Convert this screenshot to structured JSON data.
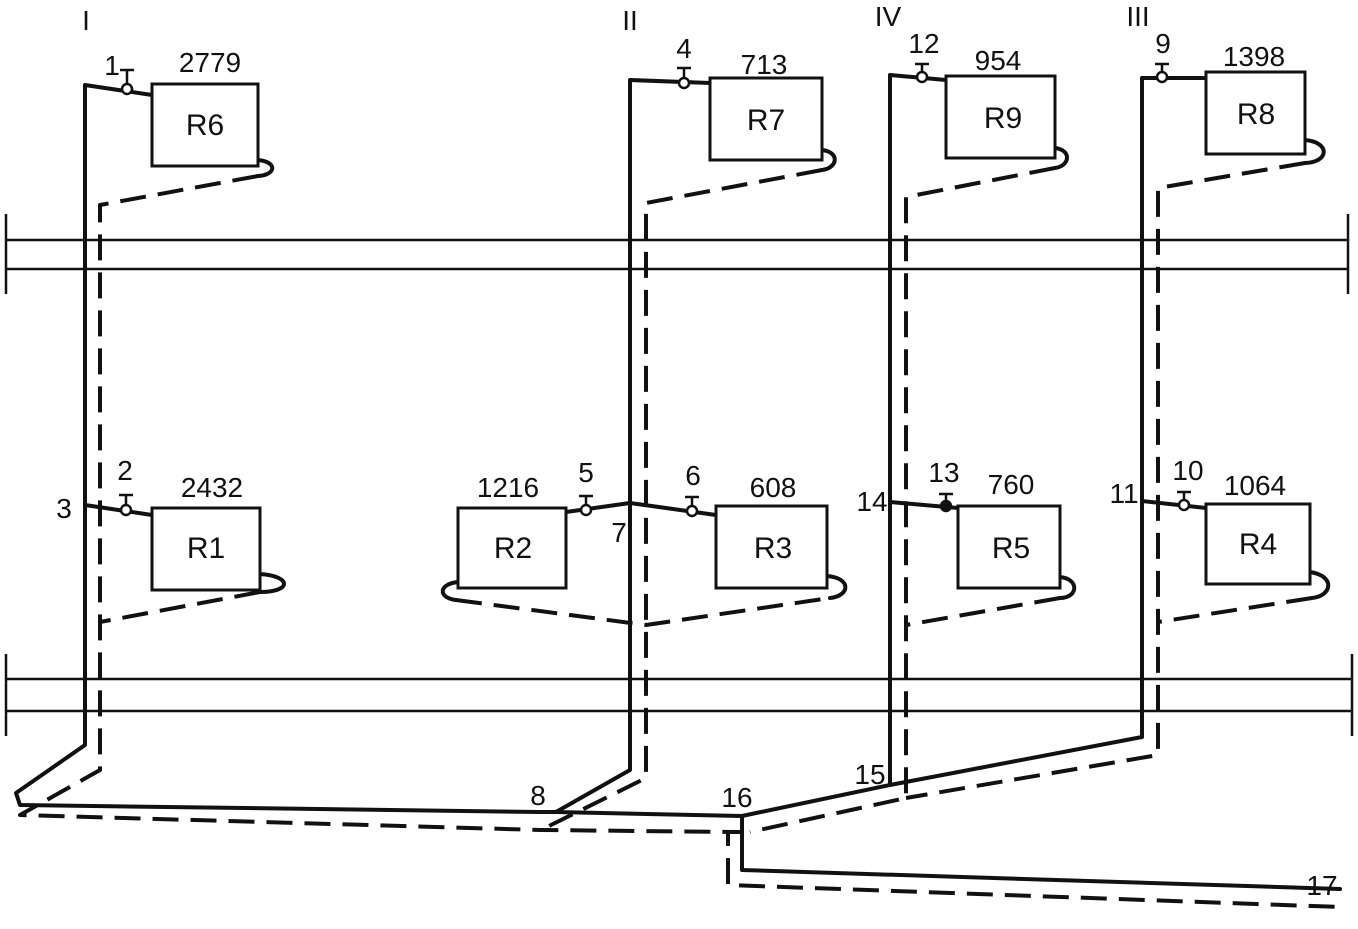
{
  "risers": [
    {
      "id": "riser-I",
      "label": "I"
    },
    {
      "id": "riser-II",
      "label": "II"
    },
    {
      "id": "riser-IV",
      "label": "IV"
    },
    {
      "id": "riser-III",
      "label": "III"
    }
  ],
  "radiators": [
    {
      "id": "R6",
      "label": "R6",
      "load": "2779",
      "valve": "1"
    },
    {
      "id": "R7",
      "label": "R7",
      "load": "713",
      "valve": "4"
    },
    {
      "id": "R9",
      "label": "R9",
      "load": "954",
      "valve": "12"
    },
    {
      "id": "R8",
      "label": "R8",
      "load": "1398",
      "valve": "9"
    },
    {
      "id": "R1",
      "label": "R1",
      "load": "2432",
      "valve": "2"
    },
    {
      "id": "R2",
      "label": "R2",
      "load": "1216",
      "valve": "5"
    },
    {
      "id": "R3",
      "label": "R3",
      "load": "608",
      "valve": "6"
    },
    {
      "id": "R5",
      "label": "R5",
      "load": "760",
      "valve": "13"
    },
    {
      "id": "R4",
      "label": "R4",
      "load": "1064",
      "valve": "10"
    }
  ],
  "nodes": [
    {
      "id": "n3",
      "label": "3"
    },
    {
      "id": "n7",
      "label": "7"
    },
    {
      "id": "n8",
      "label": "8"
    },
    {
      "id": "n11",
      "label": "11"
    },
    {
      "id": "n14",
      "label": "14"
    },
    {
      "id": "n15",
      "label": "15"
    },
    {
      "id": "n16",
      "label": "16"
    },
    {
      "id": "n17",
      "label": "17"
    }
  ]
}
